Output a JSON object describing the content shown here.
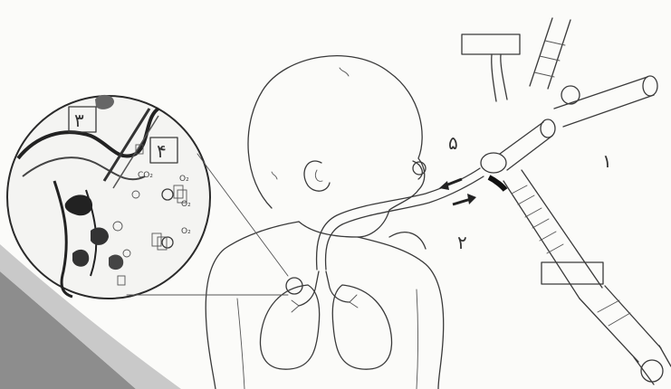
{
  "labels": {
    "label_1": "١",
    "label_2": "٢",
    "label_3": "٣",
    "label_4": "۴",
    "label_5": "۵"
  },
  "inset_gas_labels": {
    "o2_top": "O₂",
    "o2_mid": "O₂",
    "o2_low": "O₂",
    "co2": "CO₂"
  },
  "colors": {
    "background": "#fbfbf9",
    "corner_shade": "#8d8d8d",
    "ink": "#3a3a3a"
  }
}
